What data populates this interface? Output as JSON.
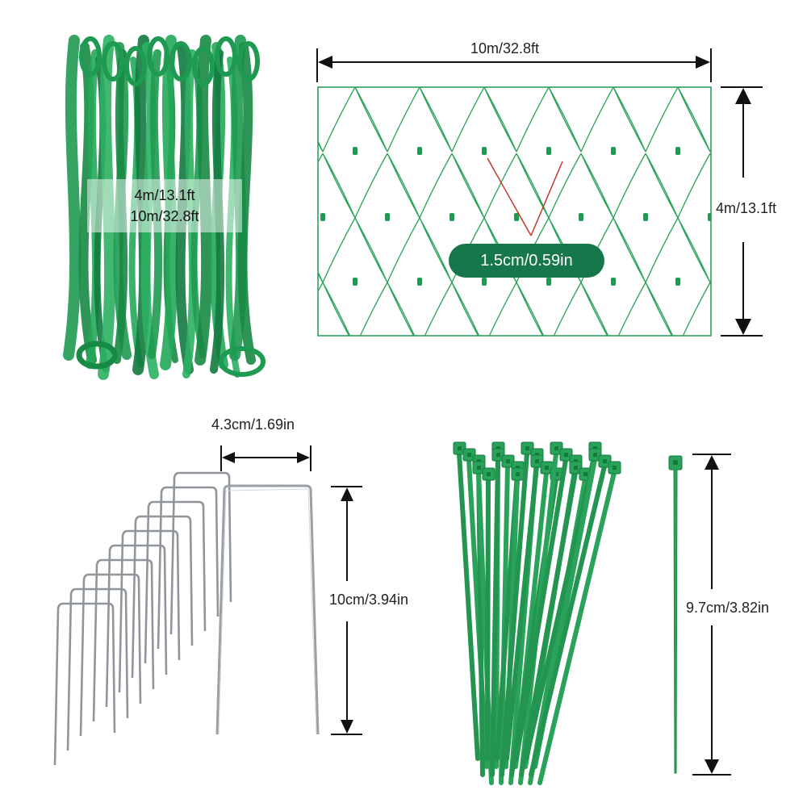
{
  "colors": {
    "net_green": "#1f9a52",
    "net_dark": "#137a3f",
    "pill_bg": "#16784a",
    "wire": "#8f959a",
    "tie_green": "#2aa35a",
    "dim_line": "#111111",
    "mesh_measure": "#c0392b"
  },
  "coil": {
    "size_line1": "4m/13.1ft",
    "size_line2": "10m/32.8ft"
  },
  "net": {
    "width_label": "10m/32.8ft",
    "height_label": "4m/13.1ft",
    "mesh_label": "1.5cm/0.59in"
  },
  "stake": {
    "width_label": "4.3cm/1.69in",
    "height_label": "10cm/3.94in"
  },
  "tie": {
    "length_label": "9.7cm/3.82in"
  }
}
